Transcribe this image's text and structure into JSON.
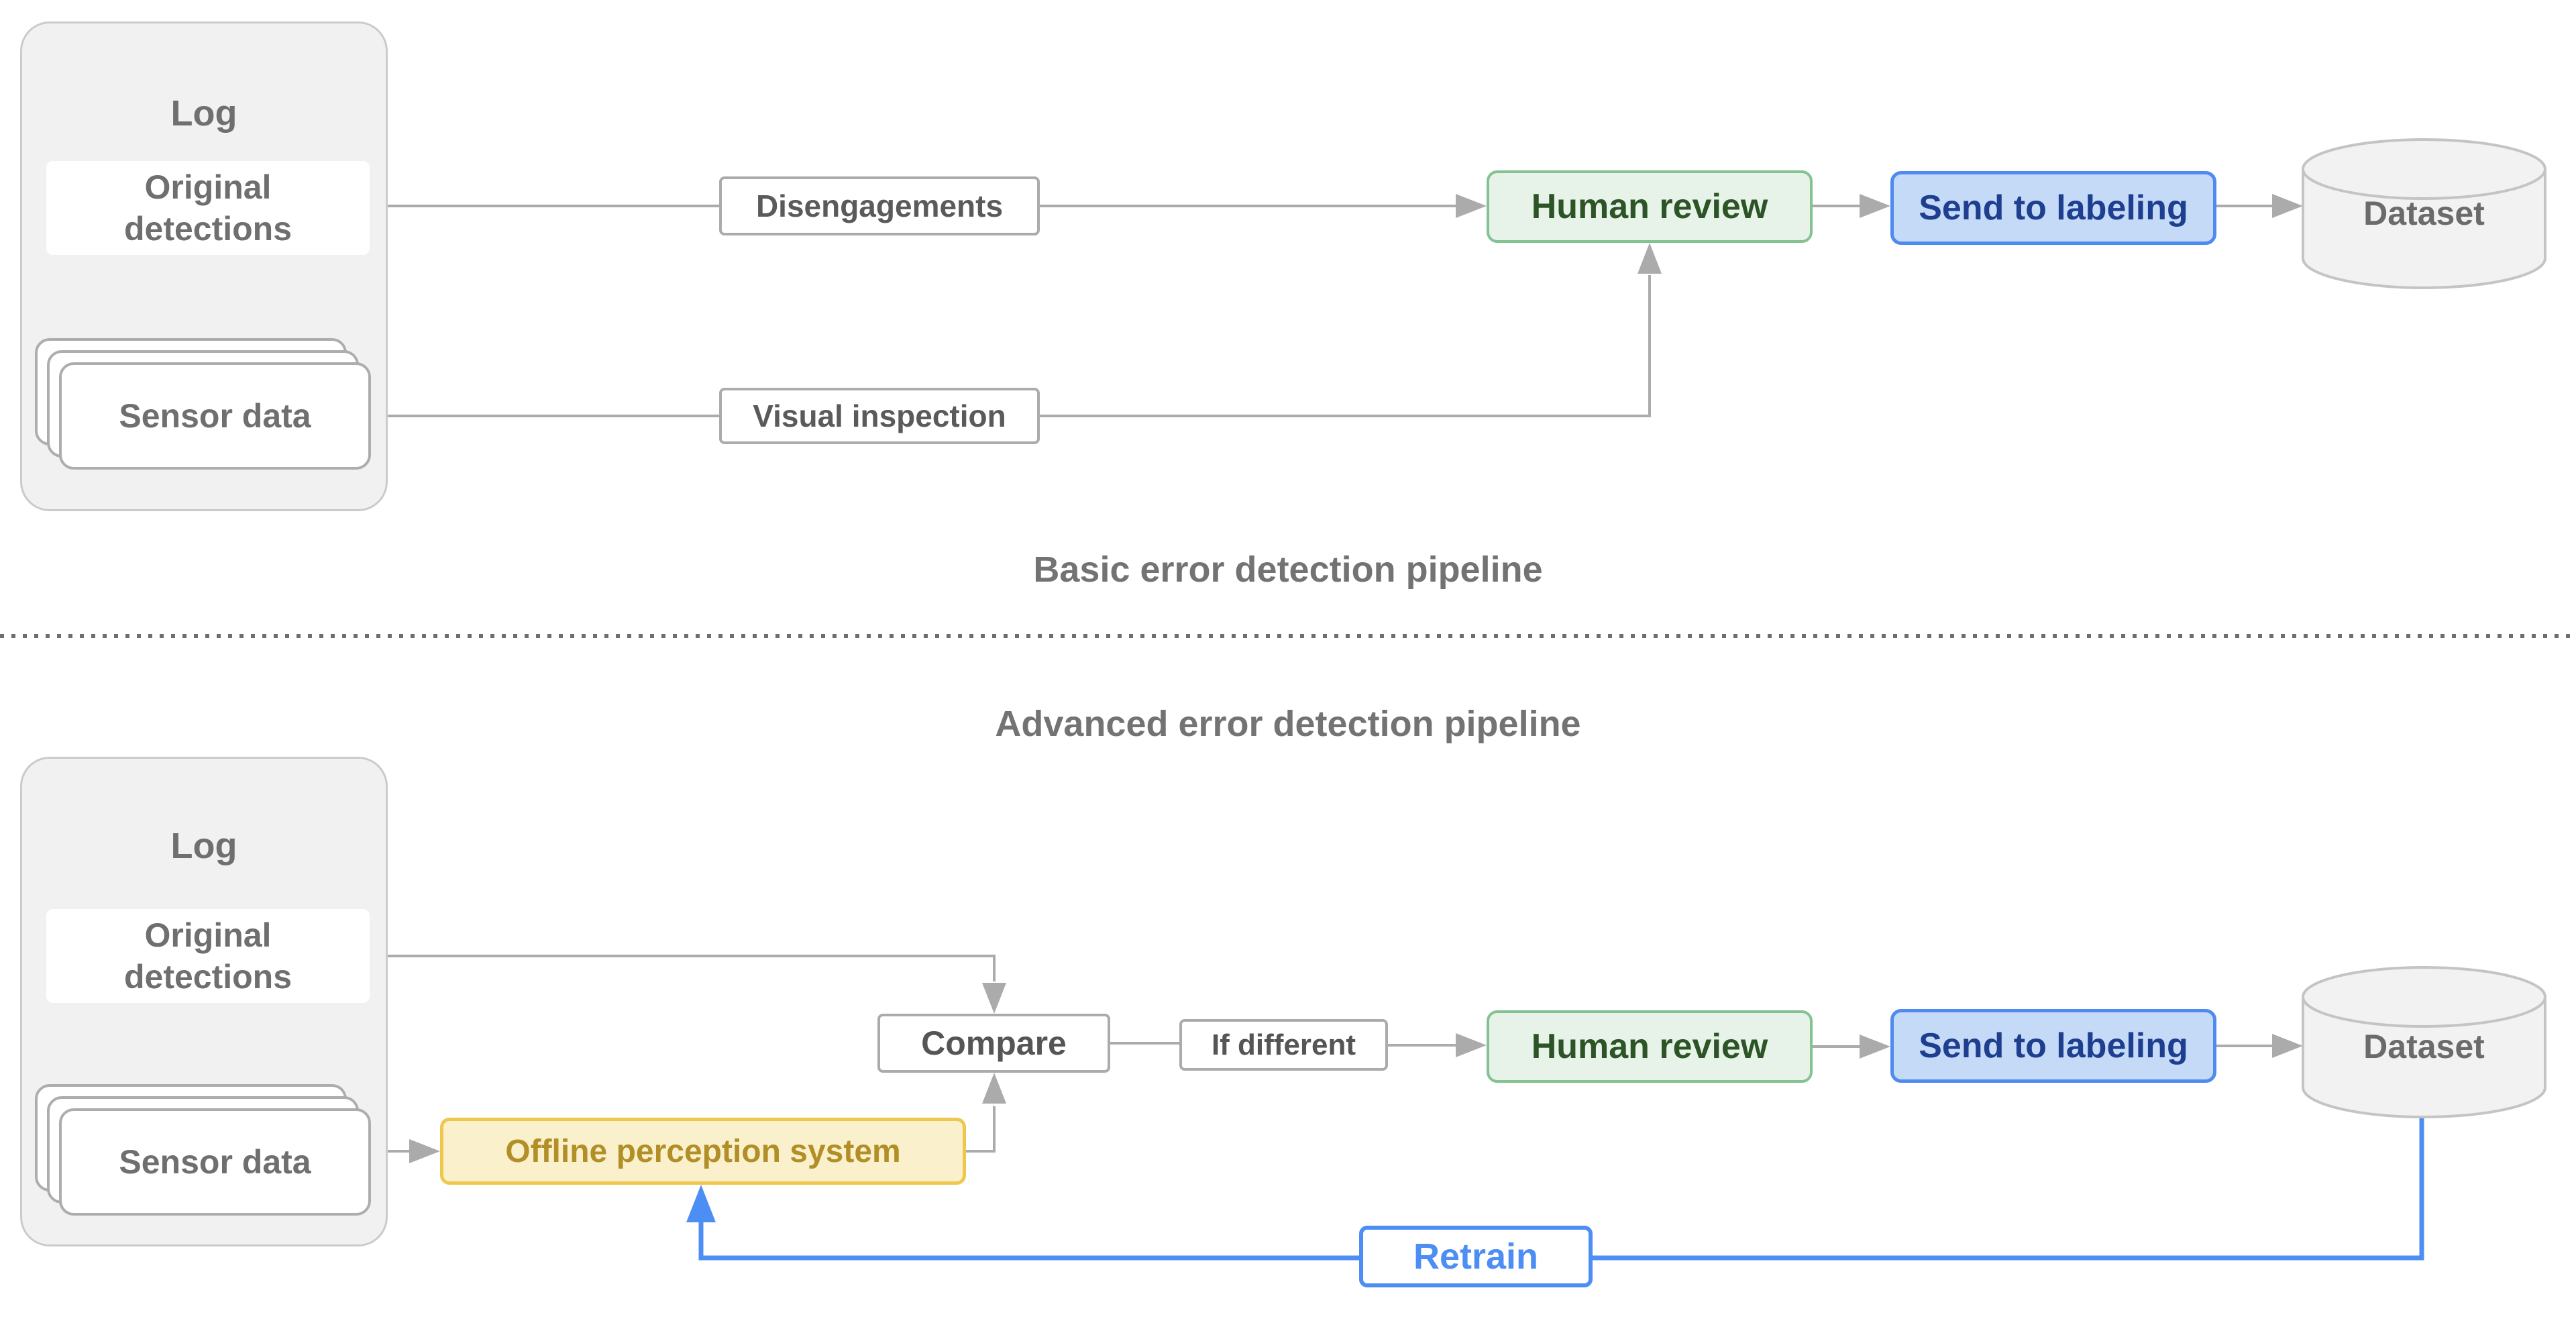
{
  "diagram": {
    "basic": {
      "title": "Basic error detection pipeline",
      "log_label": "Log",
      "original_detections": "Original\ndetections",
      "sensor_data": "Sensor data",
      "disengagements": "Disengagements",
      "visual_inspection": "Visual inspection",
      "human_review": "Human review",
      "send_to_labeling": "Send to labeling",
      "dataset": "Dataset"
    },
    "advanced": {
      "title": "Advanced error detection pipeline",
      "log_label": "Log",
      "original_detections": "Original\ndetections",
      "sensor_data": "Sensor data",
      "offline_perception": "Offline perception system",
      "compare": "Compare",
      "if_different": "If different",
      "human_review": "Human review",
      "send_to_labeling": "Send to labeling",
      "dataset": "Dataset",
      "retrain": "Retrain"
    },
    "colors": {
      "background": "#ffffff",
      "container_fill": "#f1f1f2",
      "container_border": "#cbcbcb",
      "wire_gray": "#ababab",
      "text_gray": "#6f6f6f",
      "green_fill": "#e7f3e8",
      "green_border": "#84c293",
      "green_text": "#2d5426",
      "blue_fill": "#c5daf7",
      "blue_border": "#4e8af0",
      "blue_text": "#1e3e90",
      "yellow_fill": "#faf0cc",
      "yellow_border": "#eec84d",
      "yellow_text": "#b28f26",
      "retrain_blue": "#4d8ef5",
      "cylinder_fill": "#f2f2f2",
      "cylinder_border": "#c4c4c4"
    }
  }
}
